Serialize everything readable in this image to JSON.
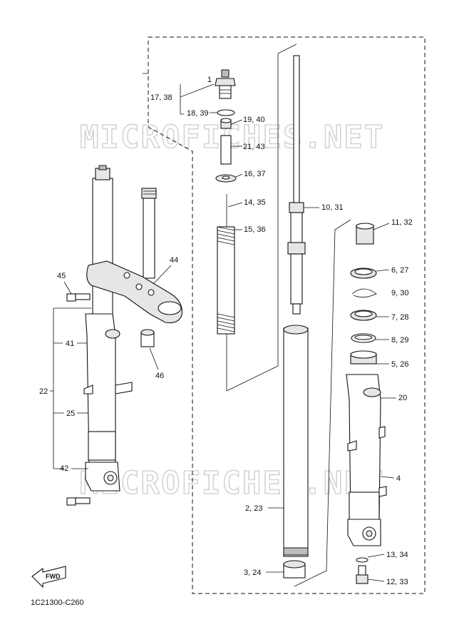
{
  "watermark": "MICROFICHES.NET",
  "diagram_code": "1C21300-C260",
  "fwd_label": "FWD",
  "callouts": {
    "c1": "1",
    "c17_38": "17, 38",
    "c18_39": "18, 39",
    "c19_40": "19, 40",
    "c21_43": "21, 43",
    "c16_37": "16, 37",
    "c14_35": "14, 35",
    "c15_36": "15, 36",
    "c10_31": "10, 31",
    "c11_32": "11, 32",
    "c6_27": "6, 27",
    "c9_30": "9, 30",
    "c7_28": "7, 28",
    "c8_29": "8, 29",
    "c5_26": "5, 26",
    "c20": "20",
    "c4": "4",
    "c2_23": "2, 23",
    "c3_24": "3, 24",
    "c13_34": "13, 34",
    "c12_33": "12, 33",
    "c44": "44",
    "c45": "45",
    "c46": "46",
    "c41": "41",
    "c22": "22",
    "c25": "25",
    "c42": "42"
  },
  "colors": {
    "ink": "#111111",
    "watermark": "#d4d4d4",
    "background": "#ffffff"
  }
}
